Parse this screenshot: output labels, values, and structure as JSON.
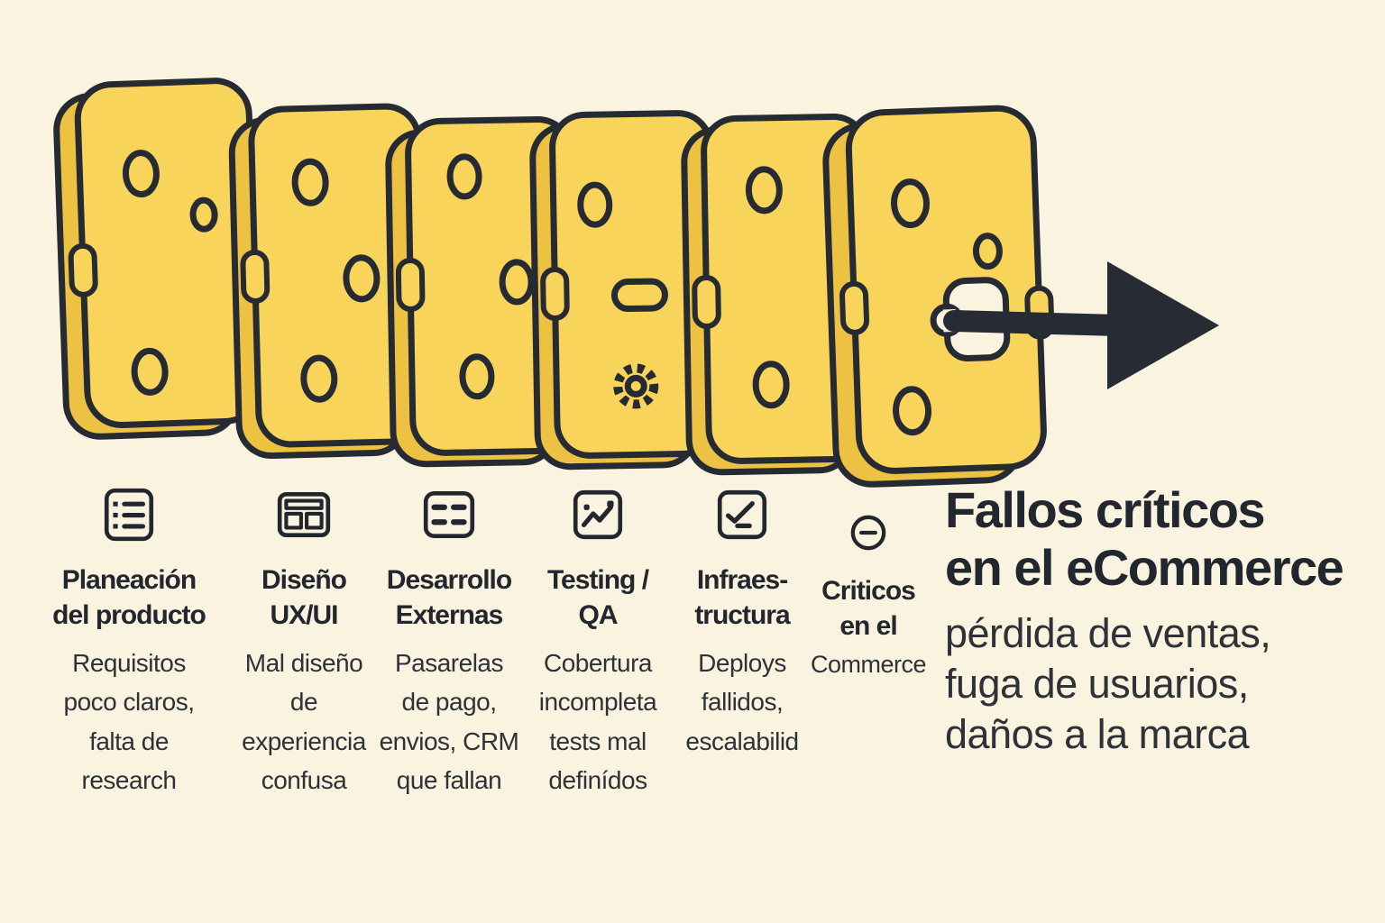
{
  "palette": {
    "background": "#FAF3DF",
    "plate": "#F9D45A",
    "plate_side": "#EDC243",
    "outline": "#262A32",
    "arrow": "#272B33",
    "title_text": "#22262E",
    "body_text": "#2E3238"
  },
  "stages": [
    {
      "icon": "product-planning-icon",
      "title": "Planeación\ndel producto",
      "description": "Requisitos\npoco claros,\nfalta de\nresearch"
    },
    {
      "icon": "ux-ui-design-icon",
      "title": "Diseño\nUX/UI",
      "description": "Mal diseño\nde\nexperiencia\nconfusa"
    },
    {
      "icon": "external-development-icon",
      "title": "Desarrollo\nExternas",
      "description": "Pasarelas\nde pago,\nenvios, CRM\nque fallan"
    },
    {
      "icon": "testing-qa-icon",
      "title": "Testing /\nQA",
      "description": "Cobertura\nincompleta\ntests mal\ndefinídos"
    },
    {
      "icon": "infrastructure-icon",
      "title": "Infraes-\ntructura",
      "description": "Deploys\nfallidos,\nescalabilid"
    },
    {
      "icon": "critical-minus-icon",
      "title": "Criticos\nen el",
      "description": "Commerce"
    }
  ],
  "result": {
    "title": "Fallos críticos\nen el eCommerce",
    "subtitle": "pérdida de ventas,\nfuga de usuarios,\ndaños a la marca"
  }
}
